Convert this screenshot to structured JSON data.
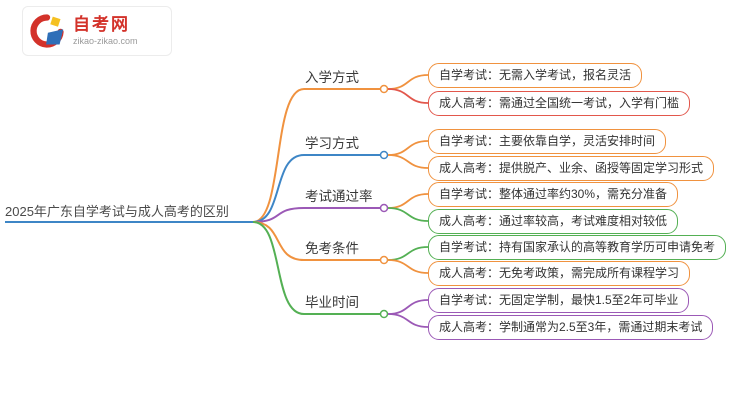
{
  "logo": {
    "name": "自考网",
    "url": "zikao-zikao.com"
  },
  "root": {
    "title": "2025年广东自学考试与成人高考的区别"
  },
  "colors": {
    "orange": "#f0923f",
    "red": "#e2574c",
    "blue": "#3e86c6",
    "purple": "#9b59b6",
    "green": "#54b054",
    "brand_red": "#d3322a",
    "brand_blue": "#2f6fb8",
    "brand_yellow": "#f5c022",
    "root_underline": "#3e86c6"
  },
  "branches": [
    {
      "label": "入学方式",
      "color": "#f0923f",
      "children": [
        {
          "text": "自学考试：无需入学考试，报名灵活",
          "color": "#f0923f"
        },
        {
          "text": "成人高考：需通过全国统一考试，入学有门槛",
          "color": "#e2574c"
        }
      ]
    },
    {
      "label": "学习方式",
      "color": "#3e86c6",
      "children": [
        {
          "text": "自学考试：主要依靠自学，灵活安排时间",
          "color": "#f0923f"
        },
        {
          "text": "成人高考：提供脱产、业余、函授等固定学习形式",
          "color": "#f0923f"
        }
      ]
    },
    {
      "label": "考试通过率",
      "color": "#9b59b6",
      "children": [
        {
          "text": "自学考试：整体通过率约30%，需充分准备",
          "color": "#f0923f"
        },
        {
          "text": "成人高考：通过率较高，考试难度相对较低",
          "color": "#54b054"
        }
      ]
    },
    {
      "label": "免考条件",
      "color": "#f0923f",
      "children": [
        {
          "text": "自学考试：持有国家承认的高等教育学历可申请免考",
          "color": "#54b054"
        },
        {
          "text": "成人高考：无免考政策，需完成所有课程学习",
          "color": "#f0923f"
        }
      ]
    },
    {
      "label": "毕业时间",
      "color": "#54b054",
      "children": [
        {
          "text": "自学考试：无固定学制，最快1.5至2年可毕业",
          "color": "#9b59b6"
        },
        {
          "text": "成人高考：学制通常为2.5至3年，需通过期末考试",
          "color": "#9b59b6"
        }
      ]
    }
  ]
}
